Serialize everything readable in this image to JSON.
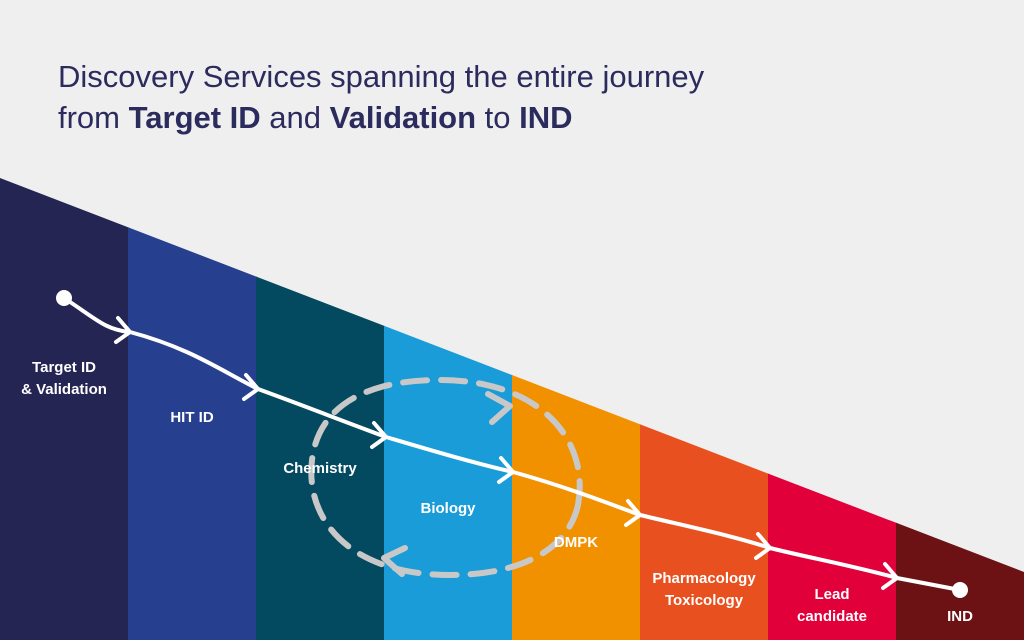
{
  "title": {
    "line1": "Discovery Services spanning the entire journey",
    "line2_from": "from ",
    "line2_target": "Target ID",
    "line2_and": " and ",
    "line2_validation": "Validation",
    "line2_to": " to ",
    "line2_ind": "IND"
  },
  "stages": [
    {
      "lines": [
        "Target ID",
        "& Validation"
      ],
      "color": "#252554"
    },
    {
      "lines": [
        "HIT ID"
      ],
      "color": "#273f8f"
    },
    {
      "lines": [
        "Chemistry"
      ],
      "color": "#03495f"
    },
    {
      "lines": [
        "Biology"
      ],
      "color": "#1a9cd8"
    },
    {
      "lines": [
        "DMPK"
      ],
      "color": "#f29100"
    },
    {
      "lines": [
        "Pharmacology",
        "Toxicology"
      ],
      "color": "#e9501f"
    },
    {
      "lines": [
        "Lead",
        "candidate"
      ],
      "color": "#e2003a"
    },
    {
      "lines": [
        "IND"
      ],
      "color": "#6c1215"
    }
  ],
  "colors": {
    "background": "#efefef",
    "title_text": "#2b2b5e",
    "arrow": "#ffffff",
    "cycle": "#c8c8c8"
  }
}
